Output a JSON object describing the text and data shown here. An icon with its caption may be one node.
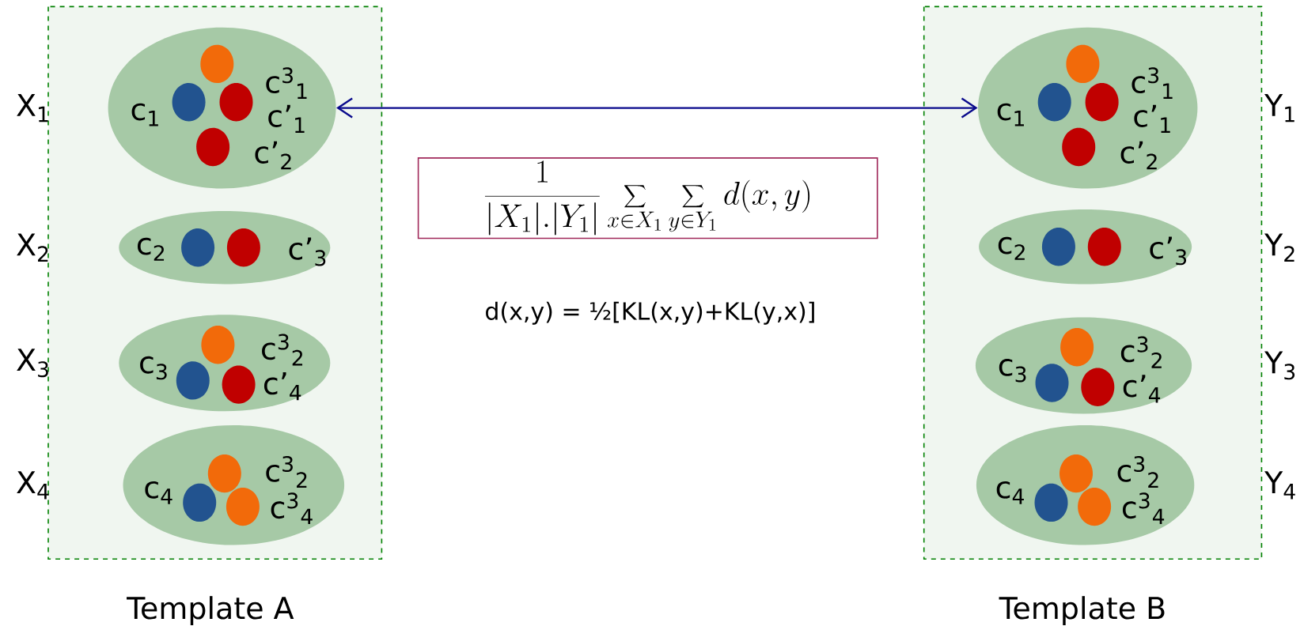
{
  "diagram": {
    "nodes": [
      {
        "text": [
          "Template A"
        ]
      },
      {
        "text": [
          "c$_{1}$",
          "c$^{3}$$_{1}$",
          "c’$_{1}$",
          "c’$_{2}$"
        ],
        "in": 0,
        "beside": [
          "X$_{1}$"
        ]
      },
      {
        "text": [
          "c$_{2}$",
          "c’$_{3}$"
        ],
        "in": 0,
        "beside": [
          "X$_{2}$"
        ]
      },
      {
        "text": [
          "c$_{3}$",
          "c$^{3}$$_{2}$",
          "c’$_{4}$"
        ],
        "in": 0,
        "beside": [
          "X$_{3}$"
        ]
      },
      {
        "text": [
          "c$_{4}$",
          "c$^{3}$$_{2}$",
          "c$^{3}$$_{4}$"
        ],
        "in": 0,
        "beside": [
          "X$_{4}$"
        ]
      },
      {
        "text": [
          "\\frac{1}{|X_{1}|.|Y_{1}|}\\sum_{x\\in X_{1}}\\sum_{y\\in Y_{1}}d(x,y)"
        ]
      },
      {
        "text": [
          "Template B"
        ]
      },
      {
        "text": [
          "c$_{1}$",
          "c$^{3}$$_{1}$",
          "c’$_{1}$",
          "c’$_{2}$"
        ],
        "in": 6,
        "beside": [
          "Y$_{1}$"
        ]
      },
      {
        "text": [
          "c$_{2}$",
          "c’$_{3}$"
        ],
        "in": 6,
        "beside": [
          "Y$_{2}$"
        ]
      },
      {
        "text": [
          "c$_{3}$",
          "c$^{3}$$_{2}$",
          "c’$_{4}$"
        ],
        "in": 6,
        "beside": [
          "Y$_{3}$"
        ]
      },
      {
        "text": [
          "c$_{4}$",
          "c$^{3}$$_{2}$",
          "c$^{3}$$_{4}$"
        ],
        "in": 6,
        "beside": [
          "Y$_{4}$"
        ]
      }
    ],
    "edges": [
      {
        "from": 1,
        "to": 7,
        "arrow": "both"
      }
    ],
    "labels": [
      "d(x,y) = ½[KL(x,y)+KL(y,x)]"
    ]
  }
}
